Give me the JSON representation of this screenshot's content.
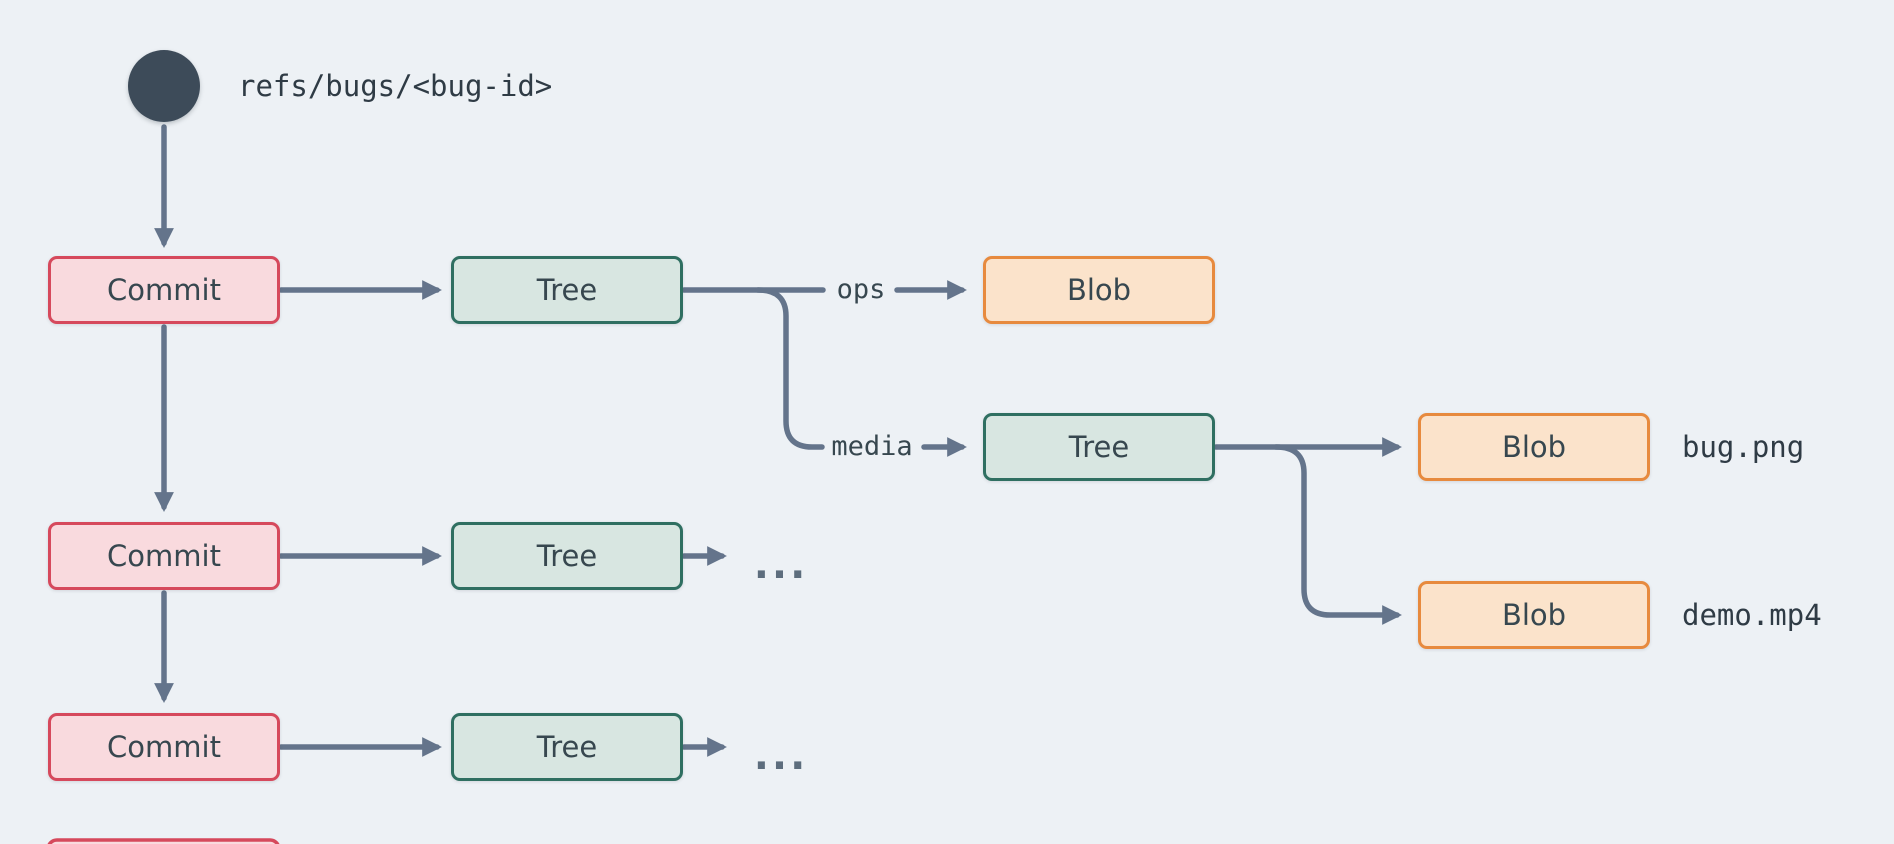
{
  "ref": {
    "label": "refs/bugs/<bug-id>"
  },
  "nodes": {
    "commit1": {
      "label": "Commit"
    },
    "commit2": {
      "label": "Commit"
    },
    "commit3": {
      "label": "Commit"
    },
    "tree1": {
      "label": "Tree"
    },
    "tree2": {
      "label": "Tree"
    },
    "tree3": {
      "label": "Tree"
    },
    "tree4": {
      "label": "Tree"
    },
    "blob_ops": {
      "label": "Blob"
    },
    "blob_bug": {
      "label": "Blob"
    },
    "blob_demo": {
      "label": "Blob"
    }
  },
  "edge_labels": {
    "ops": "ops",
    "media": "media"
  },
  "file_labels": {
    "bug_png": "bug.png",
    "demo_mp4": "demo.mp4"
  },
  "ellipsis": {
    "row2": "...",
    "row3": "..."
  },
  "colors": {
    "background": "#edf1f5",
    "arrow": "#64748b",
    "commit_fill": "#f9dade",
    "commit_border": "#d6495c",
    "tree_fill": "#d8e6e1",
    "tree_border": "#2f6f61",
    "blob_fill": "#fbe3cb",
    "blob_border": "#e78a3e",
    "ref_dot": "#3d4b59",
    "text": "#37474f"
  }
}
